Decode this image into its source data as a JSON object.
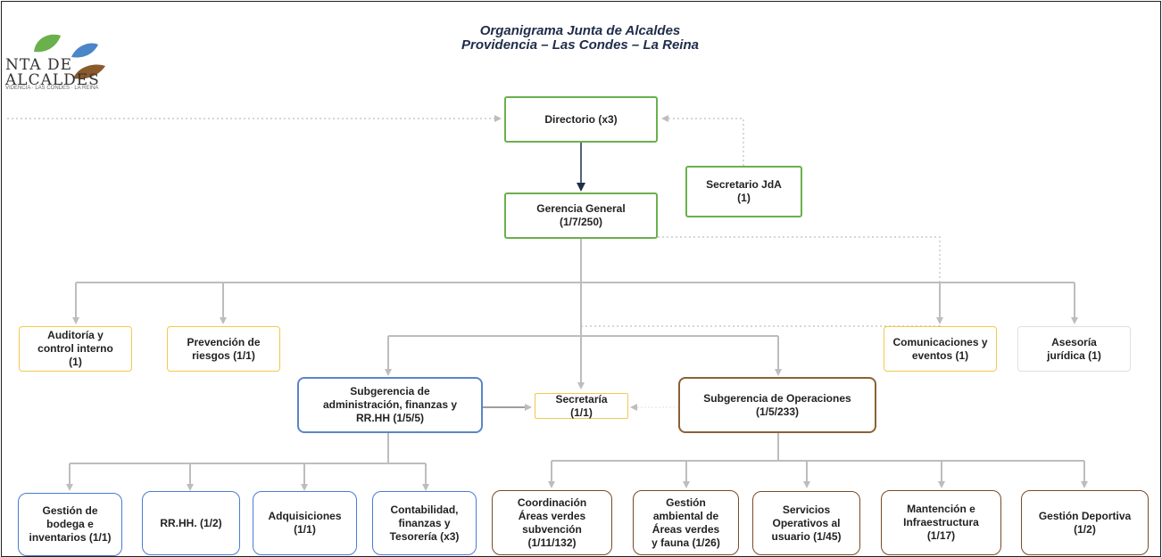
{
  "title": {
    "line1": "Organigrama Junta de Alcaldes",
    "line2": "Providencia – Las Condes – La Reina"
  },
  "logo": {
    "line1": "NTA DE",
    "line2": "ALCALDES",
    "subtitle": "VIDENCIA · LAS CONDES · LA REINA",
    "colors": [
      "#6ab04c",
      "#4a86c8",
      "#8a5a2b"
    ]
  },
  "nodes": {
    "directorio": "Directorio (x3)",
    "secretario": "Secretario JdA\n(1)",
    "gerencia": "Gerencia General\n(1/7/250)",
    "auditoria": "Auditoría y\ncontrol  interno\n(1)",
    "prevencion": "Prevención de\nriesgos (1/1)",
    "comunicaciones": "Comunicaciones y\neventos (1)",
    "asesoria": "Asesoría\njurídica (1)",
    "sub_admin": "Subgerencia de\nadministración, finanzas y\nRR.HH (1/5/5)",
    "secretaria": "Secretaría\n(1/1)",
    "sub_oper": "Subgerencia de Operaciones\n(1/5/233)",
    "bodega": "Gestión de\nbodega e\ninventarios (1/1)",
    "rrhh": "RR.HH. (1/2)",
    "adquisiciones": "Adquisiciones\n(1/1)",
    "contabilidad": "Contabilidad,\nfinanzas y\nTesorería (x3)",
    "coordinacion": "Coordinación\nÁreas verdes\nsubvención\n(1/11/132)",
    "ambiental": "Gestión\nambiental de\nÁreas verdes\ny fauna (1/26)",
    "servicios": "Servicios\nOperativos al\nusuario (1/45)",
    "mantencion": "Mantención e\nInfraestructura\n(1/17)",
    "deportiva": "Gestión  Deportiva\n(1/2)"
  },
  "colors": {
    "green": "#6ab04c",
    "yellow": "#f2c94c",
    "blue": "#5a86c5",
    "brown": "#8a6136",
    "connector": "#bdbdbd",
    "main_arrow": "#1f2d4a"
  }
}
